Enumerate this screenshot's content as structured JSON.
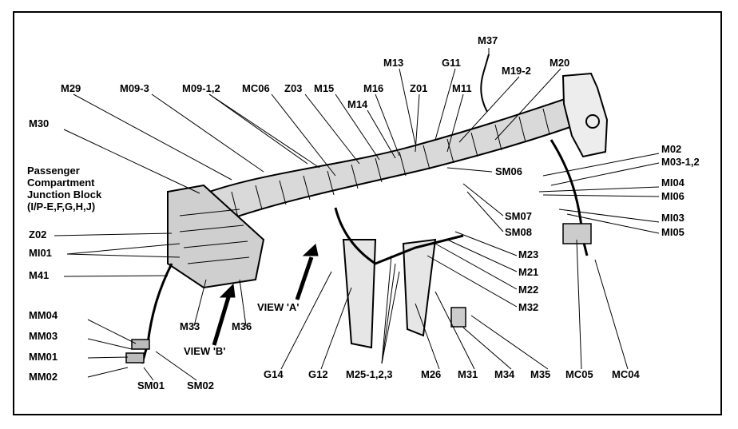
{
  "diagram": {
    "junction_block": [
      "Passenger",
      "Compartment",
      "Junction Block",
      "(I/P-E,F,G,H,J)"
    ],
    "views": {
      "a": "VIEW 'A'",
      "b": "VIEW 'B'"
    },
    "labels": {
      "m37": "M37",
      "m13": "M13",
      "g11": "G11",
      "m20": "M20",
      "m19_2": "M19-2",
      "m29": "M29",
      "m09_3": "M09-3",
      "m09_12": "M09-1,2",
      "mc06": "MC06",
      "z03": "Z03",
      "m15": "M15",
      "m16": "M16",
      "z01": "Z01",
      "m11": "M11",
      "m14": "M14",
      "m30": "M30",
      "sm06": "SM06",
      "m02": "M02",
      "m03_12": "M03-1,2",
      "mi04": "MI04",
      "mi06": "MI06",
      "sm07": "SM07",
      "sm08": "SM08",
      "mi03": "MI03",
      "mi05": "MI05",
      "z02": "Z02",
      "mi01": "MI01",
      "m23": "M23",
      "m21": "M21",
      "m22": "M22",
      "m41": "M41",
      "m32": "M32",
      "mm04": "MM04",
      "m33": "M33",
      "m36": "M36",
      "mm03": "MM03",
      "mm01": "MM01",
      "mm02": "MM02",
      "sm01": "SM01",
      "sm02": "SM02",
      "g14": "G14",
      "g12": "G12",
      "m25_123": "M25-1,2,3",
      "m26": "M26",
      "m31": "M31",
      "m34": "M34",
      "m35": "M35",
      "mc05": "MC05",
      "mc04": "MC04"
    }
  }
}
